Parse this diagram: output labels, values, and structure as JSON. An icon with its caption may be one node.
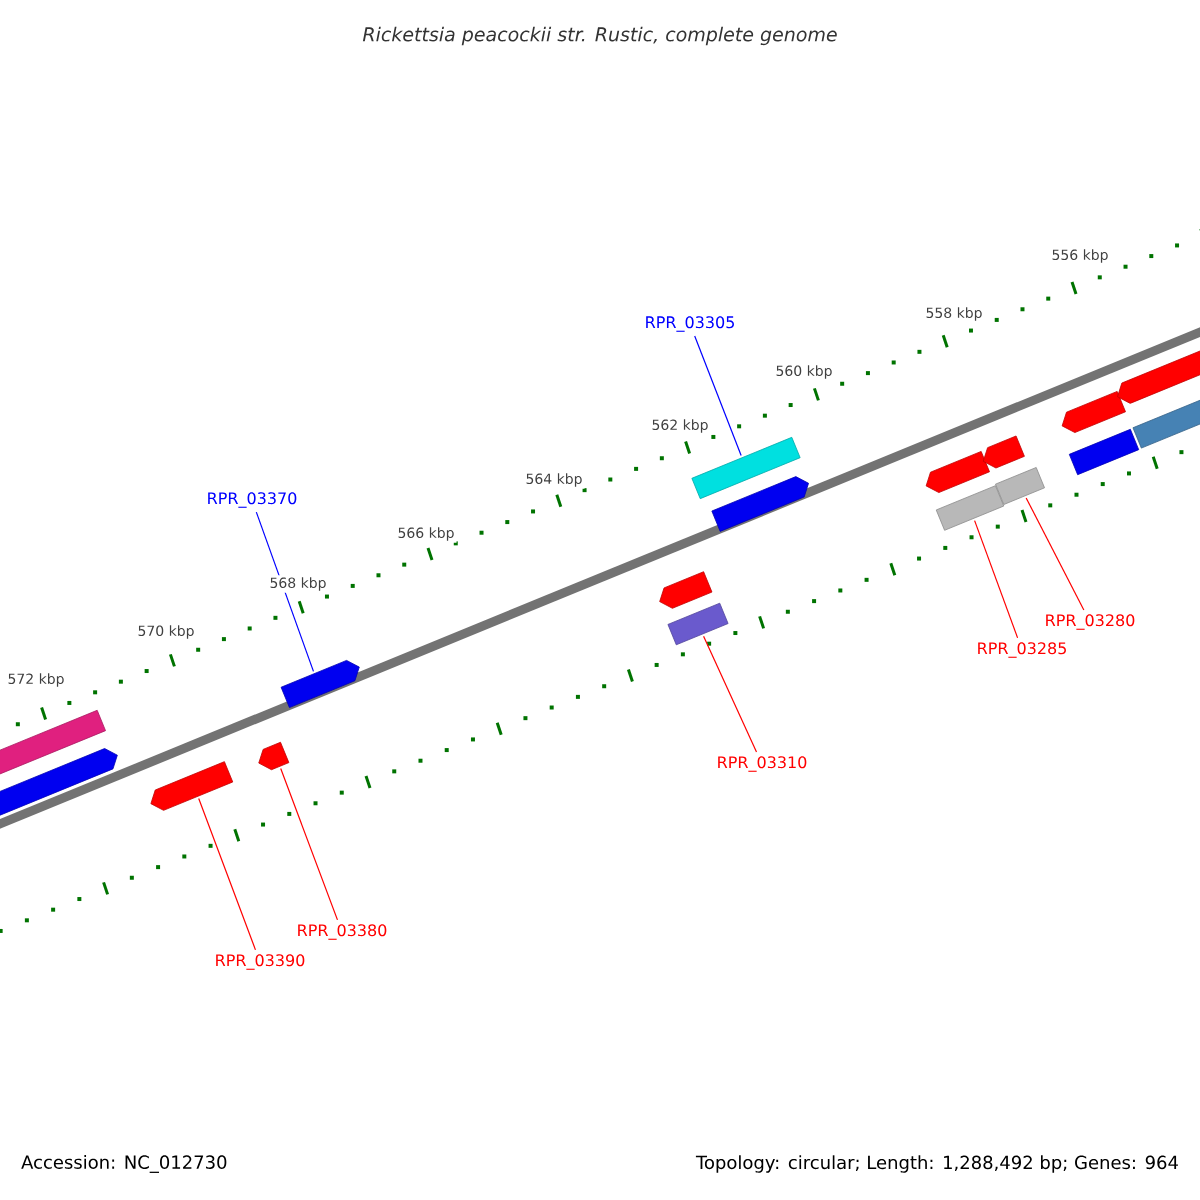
{
  "diagram": {
    "title": "Rickettsia peacockii str. Rustic, complete genome",
    "nodes": [
      {
        "text": [
          "RPR_03305"
        ]
      },
      {
        "text": [
          "RPR_03370"
        ]
      },
      {
        "text": [
          "RPR_03280"
        ]
      },
      {
        "text": [
          "RPR_03285"
        ]
      },
      {
        "text": [
          "RPR_03310"
        ]
      },
      {
        "text": [
          "RPR_03380"
        ]
      },
      {
        "text": [
          "RPR_03390"
        ]
      },
      {
        "text": [],
        "shape": "bar"
      },
      {
        "text": [],
        "shape": "arrow"
      },
      {
        "text": [],
        "shape": "arrow"
      },
      {
        "text": [],
        "shape": "arrow"
      },
      {
        "text": [],
        "shape": "arrow"
      },
      {
        "text": [],
        "shape": "arrow"
      },
      {
        "text": [],
        "shape": "bar"
      },
      {
        "text": [],
        "shape": "bar"
      },
      {
        "text": [],
        "shape": "arrow"
      },
      {
        "text": [],
        "shape": "arrow"
      },
      {
        "text": [],
        "shape": "bar"
      },
      {
        "text": [],
        "shape": "arrow"
      },
      {
        "text": [],
        "shape": "bar"
      },
      {
        "text": [],
        "shape": "arrow"
      },
      {
        "text": [],
        "shape": "bar"
      },
      {
        "text": [],
        "shape": "arrow"
      },
      {
        "text": [],
        "shape": "bar"
      }
    ],
    "edges": [
      {
        "from": 0,
        "to": 14,
        "arrow": "none",
        "color": "#0000ff"
      },
      {
        "from": 1,
        "to": 11,
        "arrow": "none",
        "color": "#0000ff"
      },
      {
        "from": 2,
        "to": 19,
        "arrow": "none"
      },
      {
        "from": 3,
        "to": 17,
        "arrow": "none"
      },
      {
        "from": 4,
        "to": 13,
        "arrow": "none"
      },
      {
        "from": 5,
        "to": 10,
        "arrow": "none"
      },
      {
        "from": 6,
        "to": 9,
        "arrow": "none"
      }
    ],
    "labels": [
      "556 kbp",
      "558 kbp",
      "560 kbp",
      "562 kbp",
      "564 kbp",
      "566 kbp",
      "568 kbp",
      "570 kbp",
      "572 kbp",
      "Accession: NC_012730",
      "Topology: circular; Length: 1,288,492 bp; Genes: 964"
    ]
  }
}
